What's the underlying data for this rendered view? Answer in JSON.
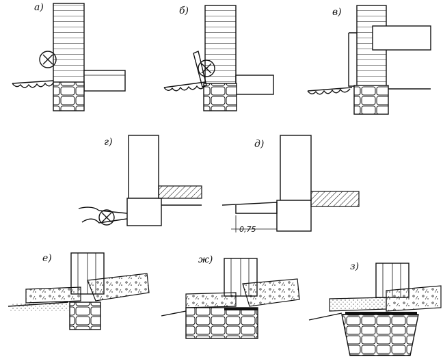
{
  "panels": [
    {
      "id": "a",
      "label": "а)"
    },
    {
      "id": "b",
      "label": "б)"
    },
    {
      "id": "v",
      "label": "в)"
    },
    {
      "id": "g",
      "label": "г)"
    },
    {
      "id": "d",
      "label": "д)"
    },
    {
      "id": "e",
      "label": "е)"
    },
    {
      "id": "zh",
      "label": "ж)"
    },
    {
      "id": "z",
      "label": "з)"
    }
  ],
  "dimension": "0,75",
  "colors": {
    "ink": "#111111",
    "paper": "#ffffff"
  }
}
